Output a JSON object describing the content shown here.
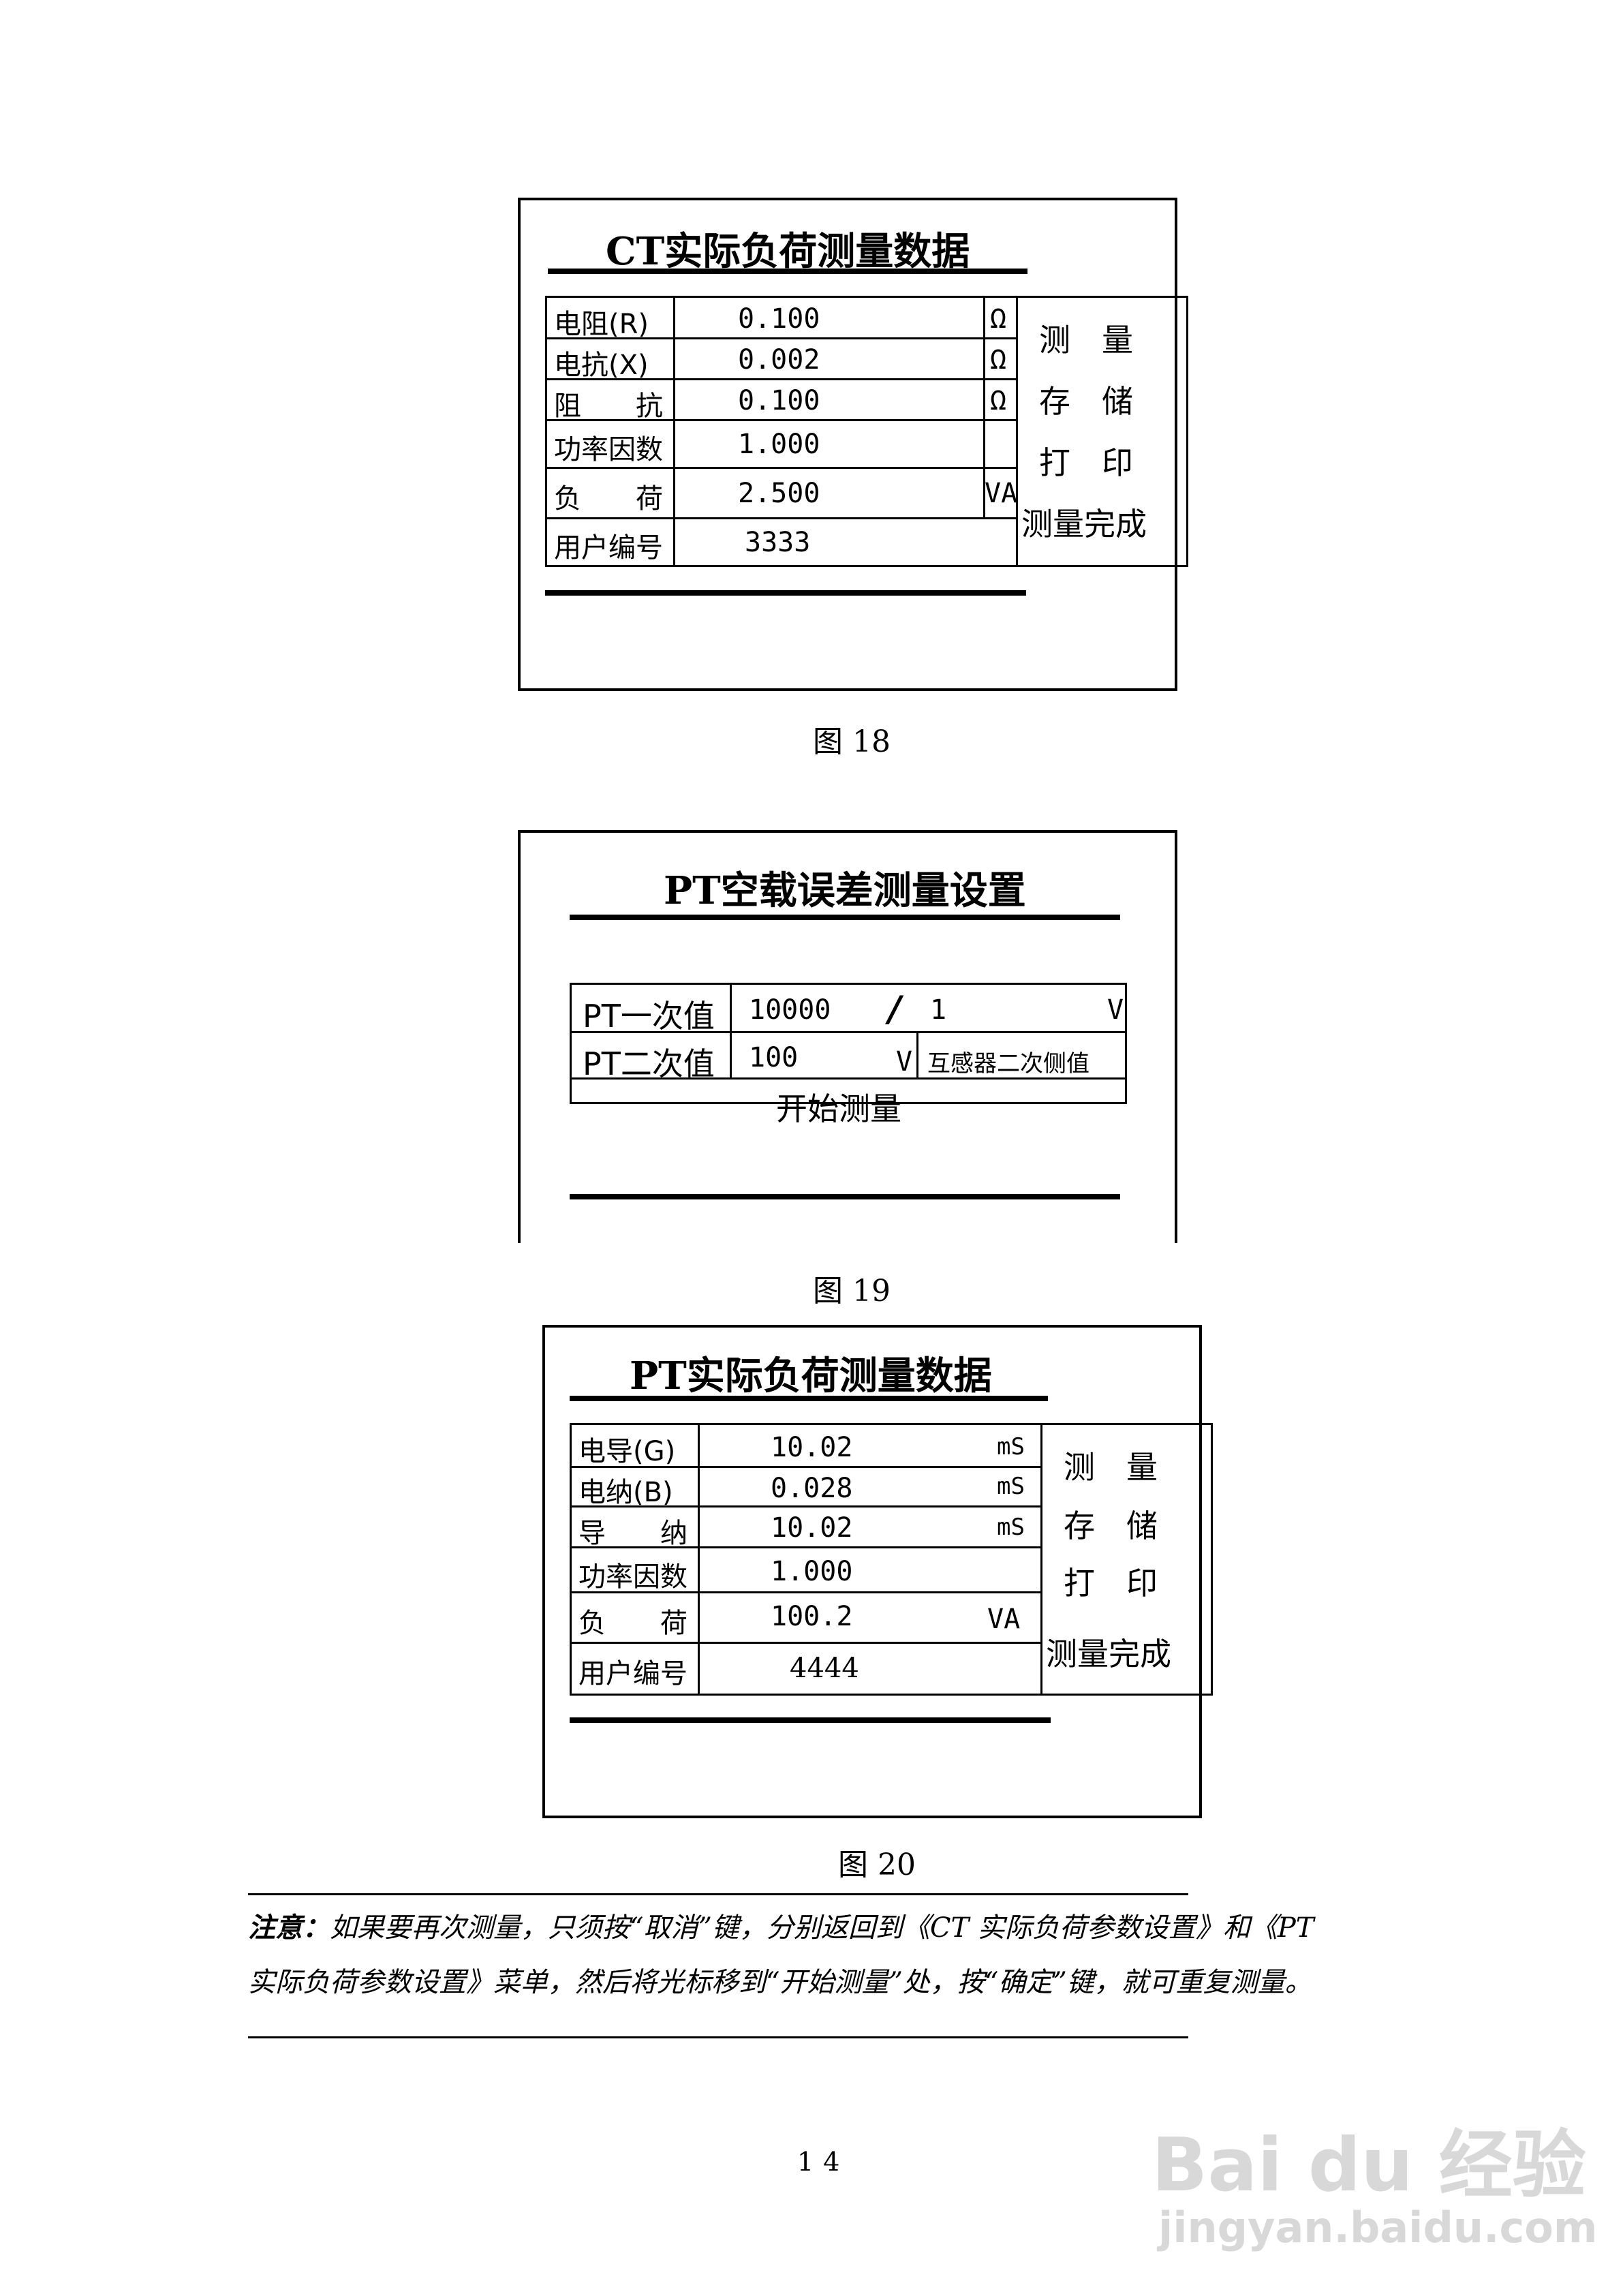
{
  "fig18": {
    "title": "CT实际负荷测量数据",
    "rows": [
      {
        "label": "电阻(R)",
        "value": "0.100",
        "unit": "Ω"
      },
      {
        "label": "电抗(X)",
        "value": "0.002",
        "unit": "Ω"
      },
      {
        "label": "阻　　抗",
        "value": "0.100",
        "unit": "Ω"
      },
      {
        "label": "功率因数",
        "value": "1.000",
        "unit": ""
      },
      {
        "label": "负　　荷",
        "value": "2.500",
        "unit": "VA"
      },
      {
        "label": "用户编号",
        "value": "3333",
        "unit": ""
      }
    ],
    "menu": [
      "测　量",
      "存　储",
      "打　印",
      "测量完成"
    ],
    "caption": "图 18"
  },
  "fig19": {
    "title": "PT空载误差测量设置",
    "primary_label": "PT一次值",
    "primary_value": "10000",
    "slash": "/",
    "primary_sec_value": "1",
    "primary_unit": "V",
    "secondary_label": "PT二次值",
    "secondary_value": "100",
    "secondary_unit": "V",
    "secondary_note": "互感器二次侧值",
    "start_button": "开始测量",
    "caption": "图 19"
  },
  "fig20": {
    "title": "PT实际负荷测量数据",
    "rows": [
      {
        "label": "电导(G)",
        "value": "10.02",
        "unit": "mS"
      },
      {
        "label": "电纳(B)",
        "value": "0.028",
        "unit": "mS"
      },
      {
        "label": "导　　纳",
        "value": "10.02",
        "unit": "mS"
      },
      {
        "label": "功率因数",
        "value": "1.000",
        "unit": ""
      },
      {
        "label": "负　　荷",
        "value": "100.2",
        "unit": "VA"
      },
      {
        "label": "用户编号",
        "value": "4444",
        "unit": ""
      }
    ],
    "menu": [
      "测　量",
      "存　储",
      "打　印",
      "测量完成"
    ],
    "caption": "图 20"
  },
  "note": {
    "prefix": "注意：",
    "line1": "如果要再次测量，只须按“取消”键，分别返回到《CT 实际负荷参数设置》和《PT",
    "line2": "实际负荷参数设置》菜单，然后将光标移到“开始测量”处，按“确定”键，就可重复测量。"
  },
  "page_number": "14",
  "watermark": {
    "brand": "Bai du 经验",
    "url": "jingyan.baidu.com"
  }
}
